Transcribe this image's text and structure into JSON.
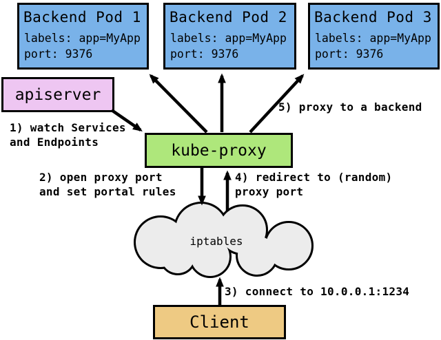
{
  "pods": [
    {
      "title": "Backend Pod 1",
      "labels": "labels: app=MyApp",
      "port": "port: 9376"
    },
    {
      "title": "Backend Pod 2",
      "labels": "labels: app=MyApp",
      "port": "port: 9376"
    },
    {
      "title": "Backend Pod 3",
      "labels": "labels: app=MyApp",
      "port": "port: 9376"
    }
  ],
  "nodes": {
    "apiserver": {
      "label": "apiserver"
    },
    "kube_proxy": {
      "label": "kube-proxy"
    },
    "iptables": {
      "label": "iptables"
    },
    "client": {
      "label": "Client"
    }
  },
  "steps": {
    "step1": "1) watch Services\nand Endpoints",
    "step2": "2) open proxy port\nand set portal rules",
    "step3": "3) connect to 10.0.0.1:1234",
    "step4": "4) redirect to (random)\nproxy port",
    "step5": "5) proxy to a backend"
  },
  "colors": {
    "pod_fill": "#79b2e9",
    "apiserver_fill": "#eec6f2",
    "kube_proxy_fill": "#aee77b",
    "cloud_fill": "#ececec",
    "client_fill": "#eeca83",
    "border": "#000000",
    "arrow": "#000000",
    "background": "#ffffff"
  }
}
